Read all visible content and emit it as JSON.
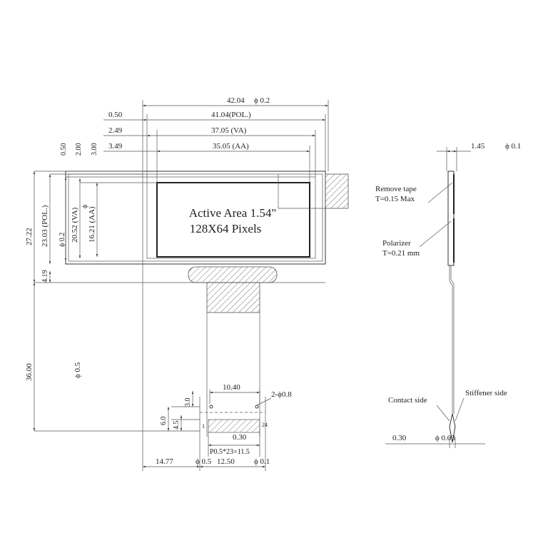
{
  "active_area": {
    "line1": "Active Area 1.54\"",
    "line2": "128X64 Pixels"
  },
  "top_dims": {
    "width": "42.04",
    "width_tol": "ϕ 0.2",
    "pol": "41.04(POL.)",
    "va": "37.05 (VA)",
    "aa": "35.05 (AA)",
    "off_pol": "0.50",
    "off_va": "2.49",
    "off_aa": "3.49"
  },
  "left_dims": {
    "off_pol": "0.50",
    "off_va": "2.00",
    "off_aa": "3.00",
    "total_height": "27.22",
    "pol": "23.03 (POL.)",
    "tol_a": "ϕ 0.2",
    "va": "20.52 (VA)",
    "aa": "16.21 (AA)",
    "tol_b": "ϕ",
    "tail": "4.19",
    "fpc_len": "36.00",
    "fpc_tol": "ϕ 0.5"
  },
  "fpc": {
    "width": "10.40",
    "holes": "2-ϕ0.8",
    "h1": "3.0",
    "h2": "6.0",
    "h3": "4.5",
    "pin_first": "1",
    "pin_last": "24",
    "thick": "0.30",
    "pitch": "P0.5*23=11.5",
    "left_off": "14.77",
    "left_tol": "ϕ 0.5",
    "width2": "12.50",
    "width2_tol": "ϕ 0.1"
  },
  "side": {
    "thick": "1.45",
    "thick_tol": "ϕ 0.1",
    "tape": "Remove tape",
    "tape_t": "T=0.15 Max",
    "polarizer": "Polarizer",
    "polarizer_t": "T=0.21 mm",
    "contact": "Contact side",
    "stiffener": "Stiffener side",
    "bottom": "0.30",
    "bottom_tol": "ϕ 0.03"
  }
}
